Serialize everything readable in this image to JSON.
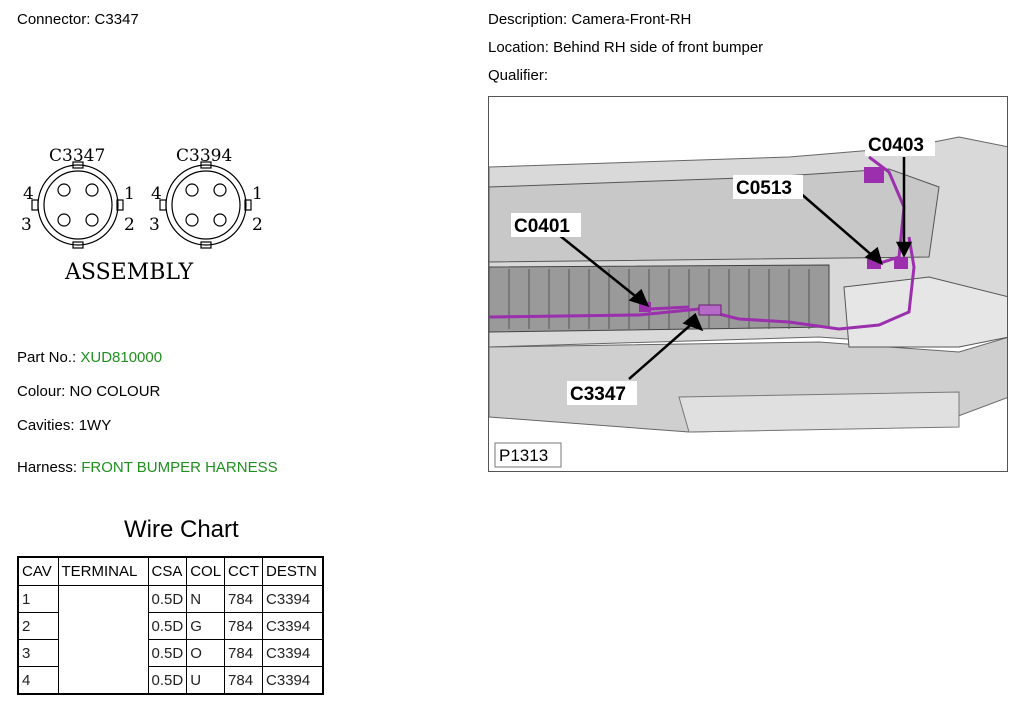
{
  "header": {
    "connector_label": "Connector:",
    "connector_value": "C3347",
    "description_label": "Description:",
    "description_value": "Camera-Front-RH",
    "location_label": "Location:",
    "location_value": "Behind RH side of front bumper",
    "qualifier_label": "Qualifier:",
    "qualifier_value": ""
  },
  "connector_diagram": {
    "left_name": "C3347",
    "right_name": "C3394",
    "pin_labels": [
      "1",
      "2",
      "3",
      "4"
    ],
    "caption": "ASSEMBLY"
  },
  "details": {
    "part_label": "Part No.:",
    "part_value": "XUD810000",
    "colour_label": "Colour:",
    "colour_value": "NO COLOUR",
    "cavities_label": "Cavities:",
    "cavities_value": "1WY",
    "harness_label": "Harness:",
    "harness_value": "FRONT BUMPER HARNESS"
  },
  "photo": {
    "callouts": [
      "C0403",
      "C0513",
      "C0401",
      "C3347"
    ],
    "reference": "P1313"
  },
  "wire_chart": {
    "title": "Wire Chart",
    "headers": [
      "CAV",
      "TERMINAL",
      "CSA",
      "COL",
      "CCT",
      "DESTN"
    ],
    "rows": [
      {
        "cav": "1",
        "csa": "0.5D",
        "col": "N",
        "cct": "784",
        "destn": "C3394"
      },
      {
        "cav": "2",
        "csa": "0.5D",
        "col": "G",
        "cct": "784",
        "destn": "C3394"
      },
      {
        "cav": "3",
        "csa": "0.5D",
        "col": "O",
        "cct": "784",
        "destn": "C3394"
      },
      {
        "cav": "4",
        "csa": "0.5D",
        "col": "U",
        "cct": "784",
        "destn": "C3394"
      }
    ]
  },
  "colors": {
    "link_green": "#1f8f1f",
    "harness_purple": "#9b2fae"
  }
}
